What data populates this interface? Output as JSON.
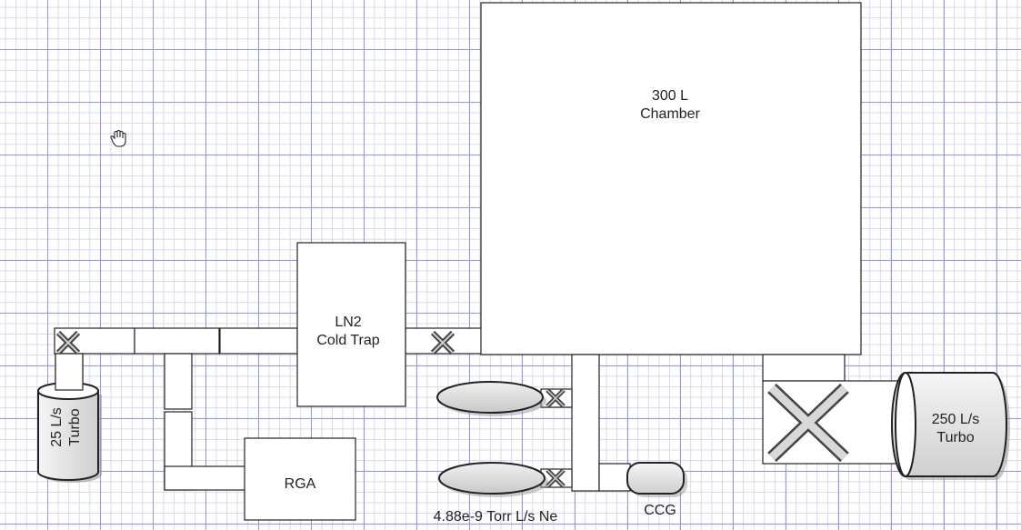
{
  "labels": {
    "chamber_line1": "300 L",
    "chamber_line2": "Chamber",
    "cold_trap_line1": "LN2",
    "cold_trap_line2": "Cold Trap",
    "turbo_large_line1": "250 L/s",
    "turbo_large_line2": "Turbo",
    "turbo_small_line1": "25 L/s",
    "turbo_small_line2": "Turbo",
    "rga": "RGA",
    "ccg": "CCG",
    "leak_rate": "4.88e-9 Torr L/s Ne"
  },
  "colors": {
    "outline": "#222222",
    "fill": "#ffffff",
    "component_fill": "#e2e2e2",
    "shadow": "#999999",
    "grid_major": "#9a9ac8",
    "grid_minor": "#d8d8ec"
  },
  "icons": {
    "valve": "valve-x-icon",
    "cursor": "hand-cursor-icon"
  }
}
